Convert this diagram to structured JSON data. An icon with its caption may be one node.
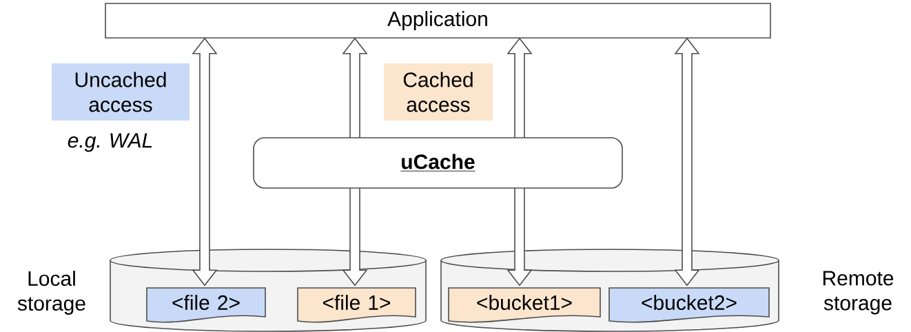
{
  "diagram": {
    "nodes": [
      {
        "text": [
          "Application"
        ]
      },
      {
        "text": [
          "Uncached access"
        ],
        "beside": [
          "e.g. WAL"
        ]
      },
      {
        "text": [
          "Cached access"
        ]
      },
      {
        "text": [
          "uCache"
        ]
      },
      {
        "text": [],
        "shape": "cylinder",
        "beside": [
          "Local storage"
        ]
      },
      {
        "text": [
          "<file 2>"
        ],
        "in": 4
      },
      {
        "text": [
          "<file 1>"
        ],
        "in": 4
      },
      {
        "text": [],
        "shape": "cylinder",
        "beside": [
          "Remote storage"
        ]
      },
      {
        "text": [
          "<bucket1>"
        ],
        "in": 7
      },
      {
        "text": [
          "<bucket2>"
        ],
        "in": 7
      }
    ],
    "edges": [
      {
        "from": 0,
        "to": 5,
        "arrow": "both"
      },
      {
        "from": 0,
        "to": 6,
        "arrow": "both"
      },
      {
        "from": 0,
        "to": 8,
        "arrow": "both"
      },
      {
        "from": 0,
        "to": 9,
        "arrow": "both"
      }
    ]
  }
}
